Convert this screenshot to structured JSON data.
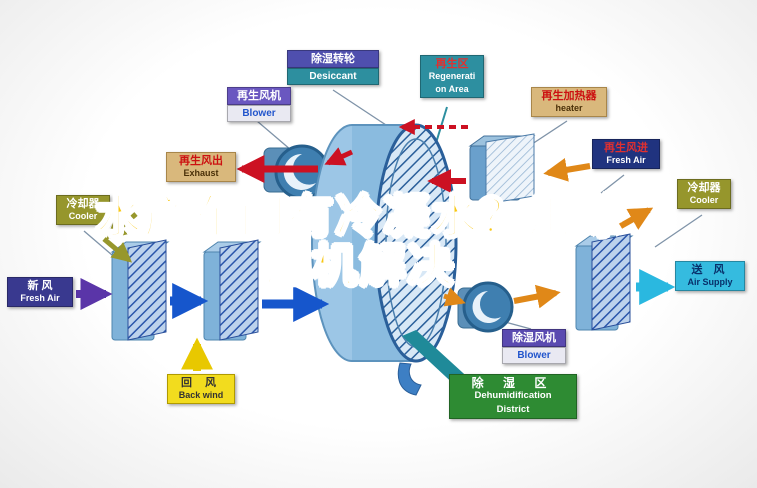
{
  "title": {
    "line1": "水产车间有冷凝水？用除",
    "line2": "湿机解决"
  },
  "labels": {
    "desiccant_wheel": {
      "zh": "除湿转轮",
      "en": "Desiccant"
    },
    "regeneration_area": {
      "zh": "再生区",
      "en_line1": "Regenerati",
      "en_line2": "on Area"
    },
    "regen_blower": {
      "zh": "再生风机",
      "en": "Blower"
    },
    "regen_air_out": {
      "zh": "再生风出",
      "en": "Exhaust"
    },
    "cooler_left": {
      "zh": "冷却器",
      "en": "Cooler"
    },
    "fresh_air_left": {
      "zh": "新  风",
      "en": "Fresh Air"
    },
    "regen_heater": {
      "zh": "再生加热器",
      "en": "heater"
    },
    "regen_air_in": {
      "zh": "再生风进",
      "en": "Fresh Air"
    },
    "cooler_right": {
      "zh": "冷却器",
      "en": "Cooler"
    },
    "air_supply": {
      "zh": "送  风",
      "en": "Air Supply"
    },
    "dehumid_blower": {
      "zh": "除湿风机",
      "en": "Blower"
    },
    "dehumid_district": {
      "zh": "除  湿  区",
      "en_line1": "Dehumidification",
      "en_line2": "District"
    },
    "return_air": {
      "zh": "回  风",
      "en": "Back wind"
    }
  },
  "colors": {
    "title_fill": "#f8c712",
    "title_outline": "#ffffff",
    "teal": "#2d8fa0",
    "purple": "#5a4ab0",
    "tan": "#d9b87c",
    "olive": "#96962c",
    "navy": "#39398f",
    "dark_blue": "#20337f",
    "cyan": "#35bbdf",
    "green": "#2e8b33",
    "yellow": "#f2dc1e",
    "red_arrow": "#cc1122",
    "blue_arrow": "#1656cc",
    "orange_arrow": "#e08818"
  }
}
